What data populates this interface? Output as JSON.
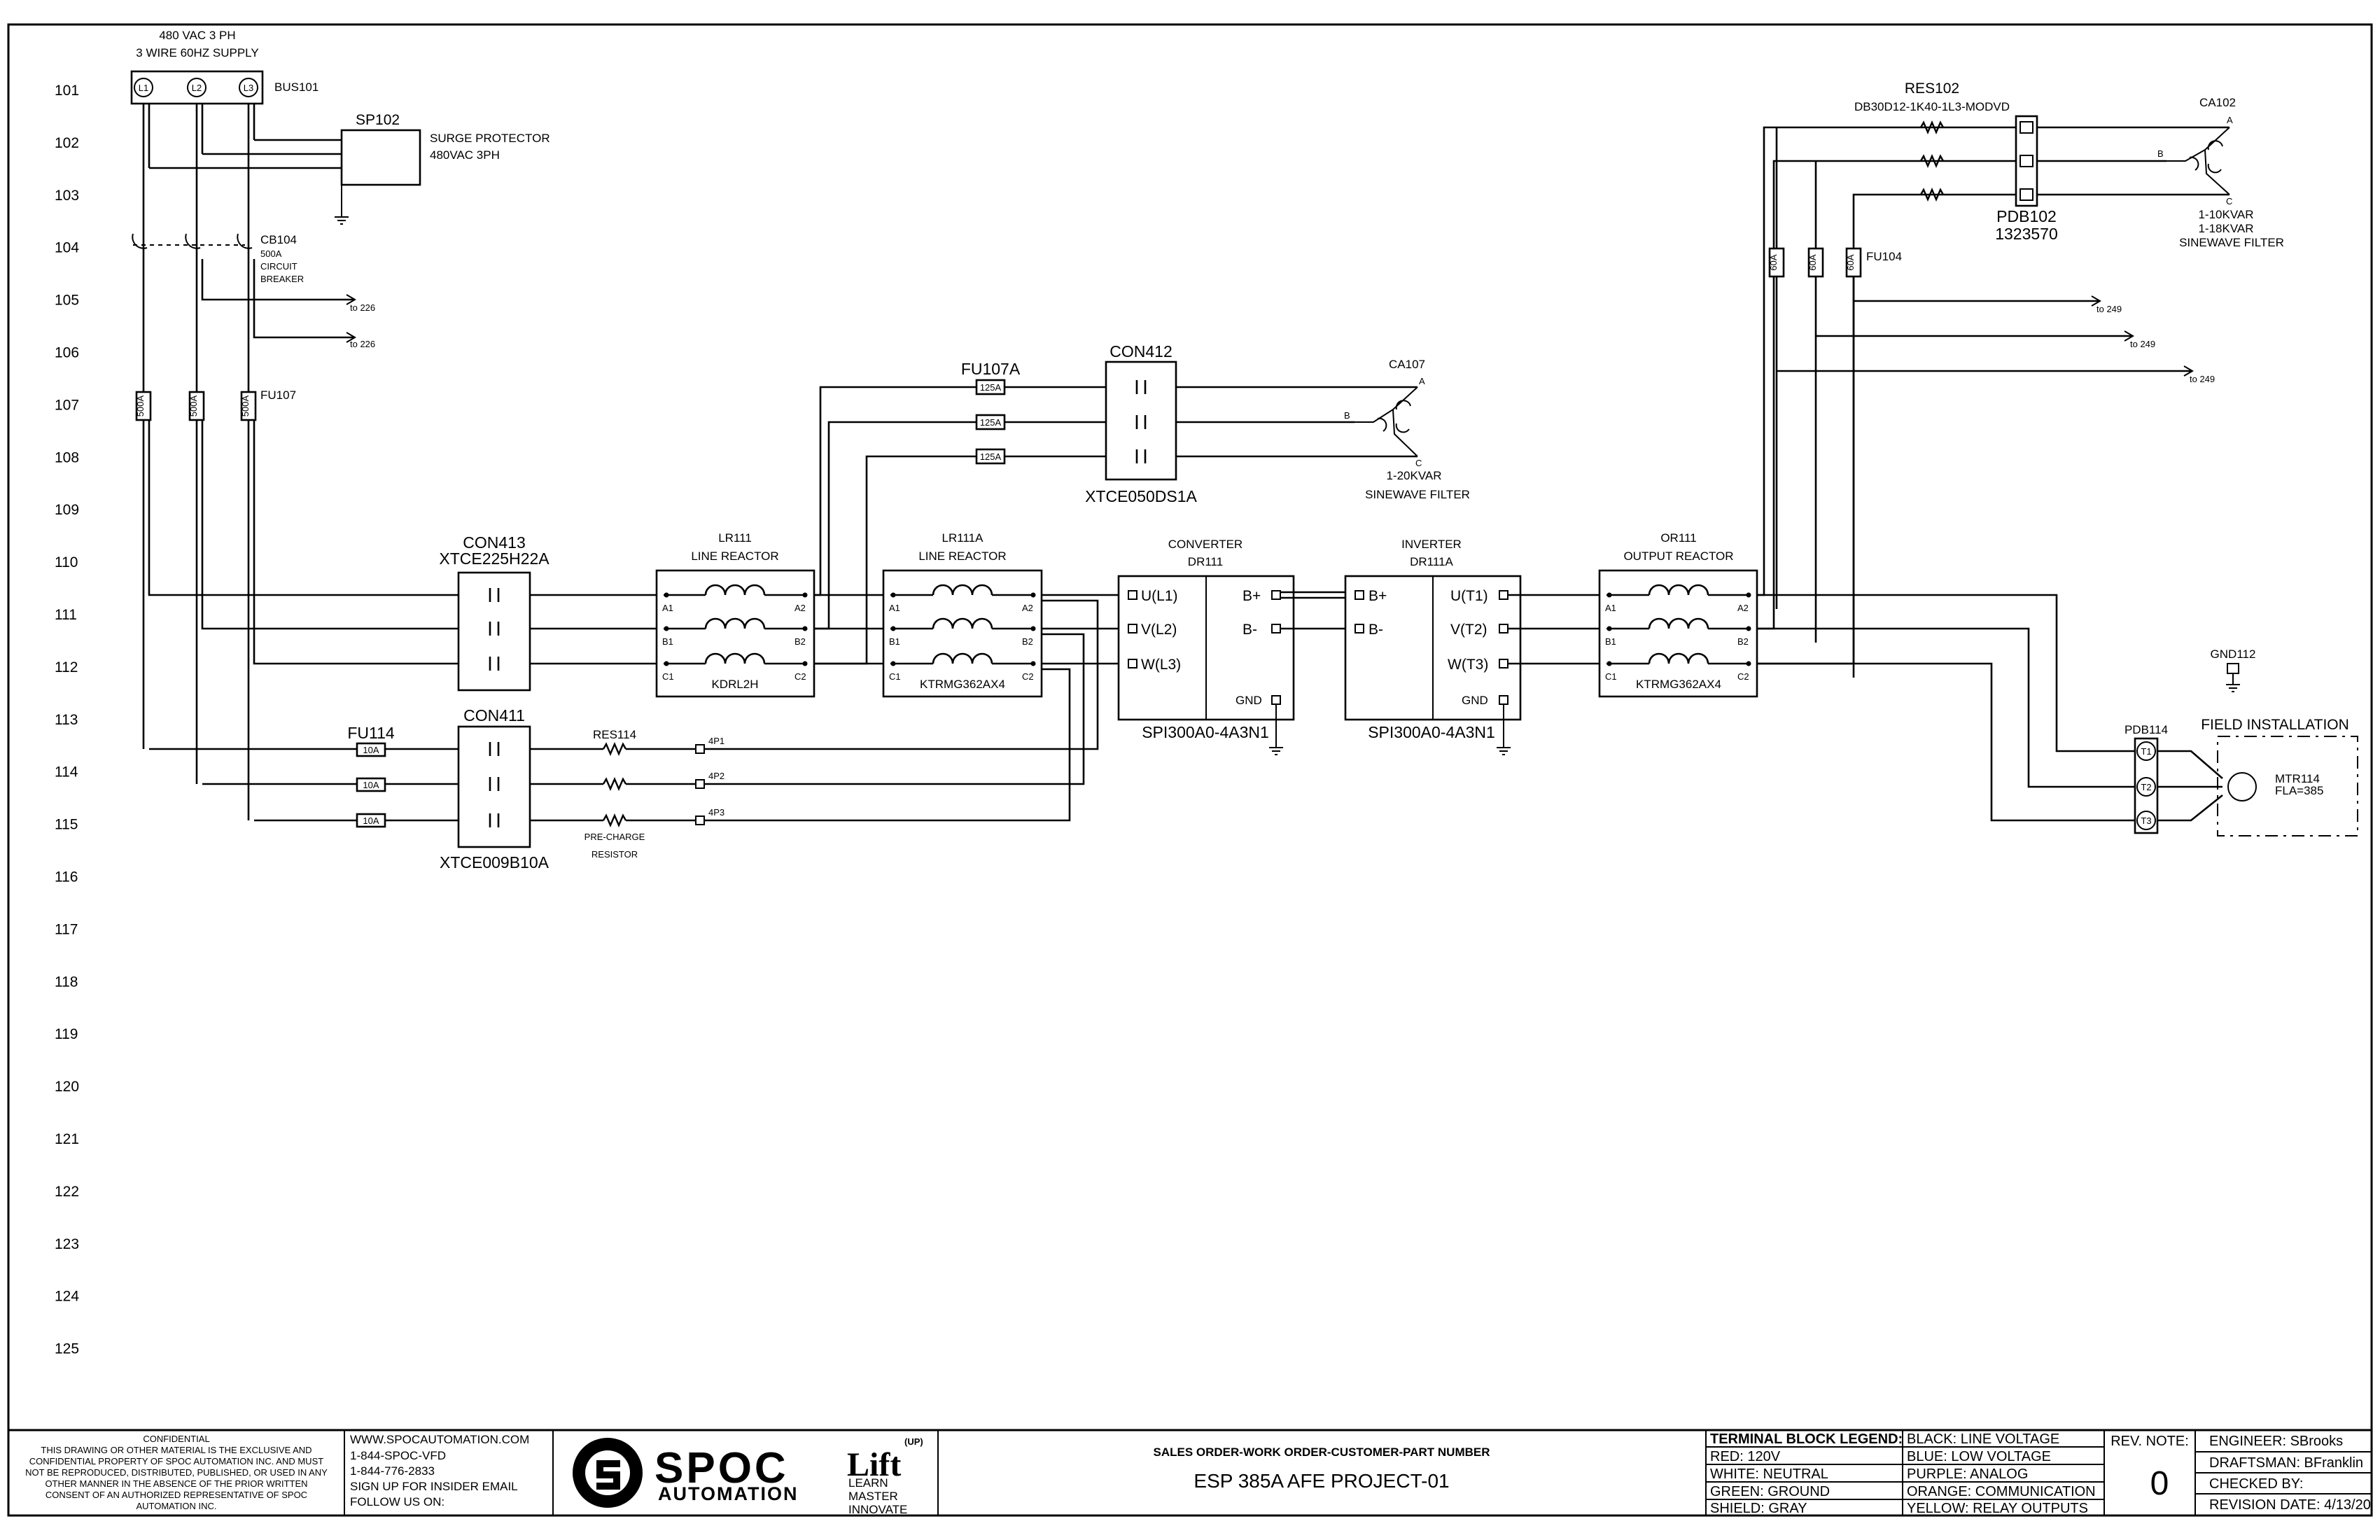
{
  "supply": {
    "line1": "480 VAC 3 PH",
    "line2": "3 WIRE 60HZ SUPPLY",
    "bus": "BUS101",
    "terminals": [
      "L1",
      "L2",
      "L3"
    ]
  },
  "rung_numbers": [
    "101",
    "102",
    "103",
    "104",
    "105",
    "106",
    "107",
    "108",
    "109",
    "110",
    "111",
    "112",
    "113",
    "114",
    "115",
    "116",
    "117",
    "118",
    "119",
    "120",
    "121",
    "122",
    "123",
    "124",
    "125"
  ],
  "components": {
    "sp102": {
      "tag": "SP102",
      "line1": "SURGE PROTECTOR",
      "line2": "480VAC 3PH"
    },
    "cb104": {
      "tag": "CB104",
      "line1": "500A",
      "line2": "CIRCUIT",
      "line3": "BREAKER"
    },
    "to226a": "to 226",
    "to226b": "to 226",
    "fu107": {
      "tag": "FU107",
      "ratings": [
        "500A",
        "500A",
        "500A"
      ]
    },
    "con413": {
      "tag": "CON413",
      "part": "XTCE225H22A"
    },
    "lr111": {
      "tag": "LR111",
      "desc": "LINE REACTOR",
      "part": "KDRL2H"
    },
    "lr111a": {
      "tag": "LR111A",
      "desc": "LINE REACTOR",
      "part": "KTRMG362AX4"
    },
    "reactor_terms": {
      "a1": "A1",
      "b1": "B1",
      "c1": "C1",
      "a2": "A2",
      "b2": "B2",
      "c2": "C2"
    },
    "fu107a": {
      "tag": "FU107A",
      "ratings": [
        "125A",
        "125A",
        "125A"
      ]
    },
    "con412": {
      "tag": "CON412",
      "part": "XTCE050DS1A"
    },
    "ca107": {
      "tag": "CA107",
      "a": "A",
      "b": "B",
      "c": "C",
      "line1": "1-20KVAR",
      "line2": "SINEWAVE FILTER"
    },
    "dr111": {
      "title1": "CONVERTER",
      "title2": "DR111",
      "u": "U(L1)",
      "v": "V(L2)",
      "w": "W(L3)",
      "bp": "B+",
      "bm": "B-",
      "gnd": "GND",
      "part": "SPI300A0-4A3N1"
    },
    "dr111a": {
      "title1": "INVERTER",
      "title2": "DR111A",
      "bp": "B+",
      "bm": "B-",
      "u": "U(T1)",
      "v": "V(T2)",
      "w": "W(T3)",
      "gnd": "GND",
      "part": "SPI300A0-4A3N1"
    },
    "or111": {
      "tag": "OR111",
      "desc": "OUTPUT REACTOR",
      "part": "KTRMG362AX4"
    },
    "fu114": {
      "tag": "FU114",
      "ratings": [
        "10A",
        "10A",
        "10A"
      ]
    },
    "con411": {
      "tag": "CON411",
      "part": "XTCE009B10A"
    },
    "res114": {
      "tag": "RES114",
      "line1": "PRE-CHARGE",
      "line2": "RESISTOR",
      "p1": "4P1",
      "p2": "4P2",
      "p3": "4P3"
    },
    "res102": {
      "tag": "RES102",
      "part": "DB30D12-1K40-1L3-MODVD"
    },
    "pdb102": {
      "tag": "PDB102",
      "part": "1323570"
    },
    "ca102": {
      "tag": "CA102",
      "a": "A",
      "b": "B",
      "c": "C",
      "line1": "1-10KVAR",
      "line2": "1-18KVAR",
      "line3": "SINEWAVE FILTER"
    },
    "fu104": {
      "tag": "FU104",
      "ratings": [
        "60A",
        "60A",
        "60A"
      ]
    },
    "to249": [
      "to 249",
      "to 249",
      "to 249"
    ],
    "gnd112": "GND112",
    "pdb114": {
      "tag": "PDB114",
      "t1": "T1",
      "t2": "T2",
      "t3": "T3"
    },
    "field": {
      "label": "FIELD INSTALLATION",
      "motor": "MTR114",
      "fla": "FLA=385"
    }
  },
  "title_block": {
    "confidential": [
      "CONFIDENTIAL",
      "THIS DRAWING OR OTHER MATERIAL IS THE EXCLUSIVE AND",
      "CONFIDENTIAL PROPERTY OF SPOC AUTOMATION INC. AND MUST",
      "NOT BE REPRODUCED, DISTRIBUTED, PUBLISHED, OR USED IN ANY",
      "OTHER MANNER IN THE ABSENCE OF THE PRIOR WRITTEN",
      "CONSENT OF AN AUTHORIZED REPRESENTATIVE OF SPOC",
      "AUTOMATION INC."
    ],
    "contact": [
      "WWW.SPOCAUTOMATION.COM",
      "1-844-SPOC-VFD",
      "1-844-776-2833",
      "SIGN UP FOR INSIDER EMAIL",
      "FOLLOW US ON:"
    ],
    "logo_line1": "SPOC",
    "logo_line2": "AUTOMATION",
    "lift": {
      "word": "Lift",
      "sup": "(UP)",
      "lines": [
        "LEARN",
        "MASTER",
        "INNOVATE"
      ]
    },
    "order_label": "SALES ORDER-WORK ORDER-CUSTOMER-PART NUMBER",
    "project": "ESP 385A AFE PROJECT-01",
    "legend_title": "TERMINAL BLOCK LEGEND:",
    "legend_left": [
      "RED: 120V",
      "WHITE: NEUTRAL",
      "GREEN: GROUND",
      "SHIELD: GRAY"
    ],
    "legend_right": [
      "BLACK: LINE VOLTAGE",
      "BLUE: LOW VOLTAGE",
      "PURPLE: ANALOG",
      "ORANGE: COMMUNICATION",
      "YELLOW: RELAY OUTPUTS"
    ],
    "rev_label": "REV. NOTE:",
    "rev_value": "0",
    "engineer": "ENGINEER: SBrooks",
    "draftsman": "DRAFTSMAN: BFranklin",
    "checked": "CHECKED BY:",
    "revision_date": "REVISION DATE: 4/13/20"
  }
}
